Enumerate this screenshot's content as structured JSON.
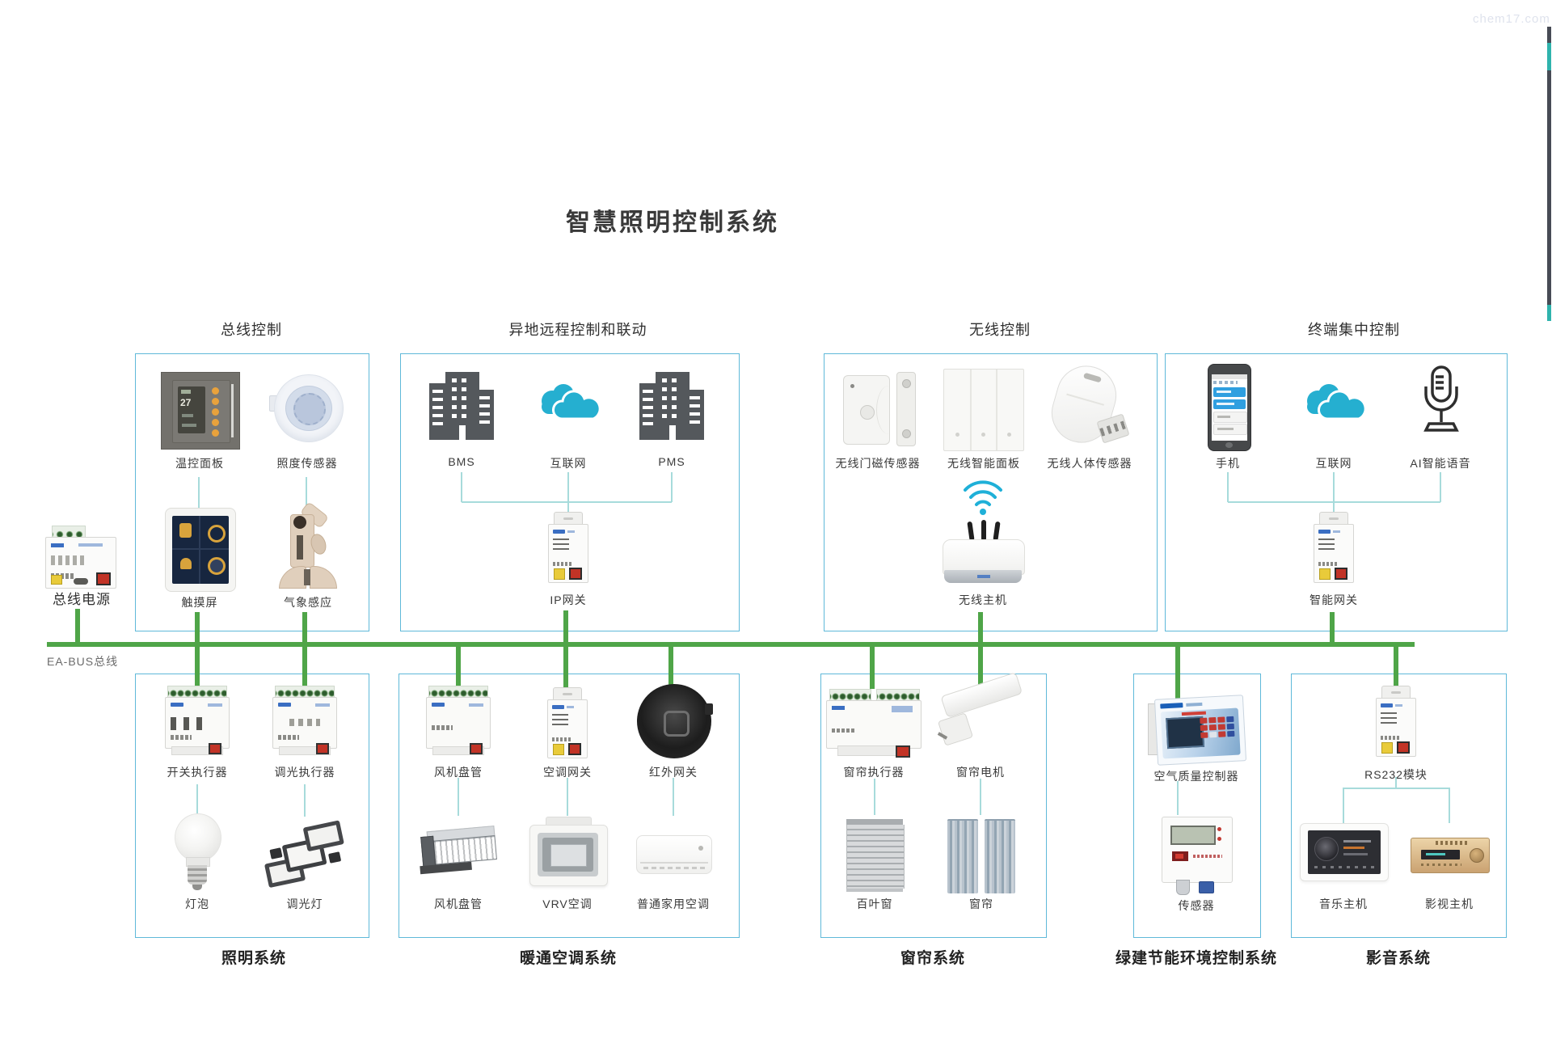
{
  "title": "智慧照明控制系统",
  "watermark": "chem17.com",
  "bus": {
    "line_label": "EA-BUS总线",
    "power_label": "总线电源"
  },
  "thermostat_reading": "27",
  "top_sections": [
    {
      "header": "总线控制",
      "items": [
        "温控面板",
        "照度传感器",
        "触摸屏",
        "气象感应"
      ]
    },
    {
      "header": "异地远程控制和联动",
      "items": [
        "BMS",
        "互联网",
        "PMS",
        "IP网关"
      ]
    },
    {
      "header": "无线控制",
      "items": [
        "无线门磁传感器",
        "无线智能面板",
        "无线人体传感器",
        "无线主机"
      ]
    },
    {
      "header": "终端集中控制",
      "items": [
        "手机",
        "互联网",
        "AI智能语音",
        "智能网关"
      ]
    }
  ],
  "bottom_sections": [
    {
      "footer": "照明系统",
      "items": [
        "开关执行器",
        "调光执行器",
        "灯泡",
        "调光灯"
      ]
    },
    {
      "footer": "暖通空调系统",
      "items": [
        "风机盘管",
        "空调网关",
        "红外网关",
        "风机盘管",
        "VRV空调",
        "普通家用空调"
      ]
    },
    {
      "footer": "窗帘系统",
      "items": [
        "窗帘执行器",
        "窗帘电机",
        "百叶窗",
        "窗帘"
      ]
    },
    {
      "footer": "绿建节能环境控制系统",
      "items": [
        "空气质量控制器",
        "传感器"
      ]
    },
    {
      "footer": "影音系统",
      "items": [
        "RS232模块",
        "音乐主机",
        "影视主机"
      ]
    }
  ],
  "colors": {
    "bus_green": "#4fa548",
    "box_border": "#5fb9d9",
    "connector_teal": "#a7dbdb",
    "cloud_teal": "#25afd0",
    "wifi_teal": "#1fb0d8"
  }
}
